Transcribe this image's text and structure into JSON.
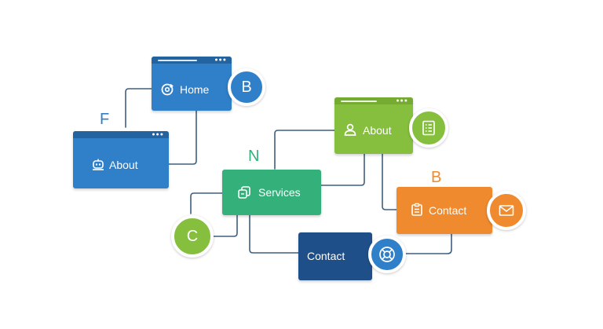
{
  "colors": {
    "blue": "#2f7fc9",
    "blue_dark": "#23639f",
    "green": "#34b07a",
    "lime": "#86bf3e",
    "orange": "#ef8a2e",
    "navy": "#1f4f88",
    "connector": "#3f5f7f"
  },
  "letters": {
    "f": "F",
    "n": "N",
    "b": "B"
  },
  "nodes": {
    "home": {
      "label": "Home",
      "icon": "refresh-icon"
    },
    "about_left": {
      "label": "About",
      "icon": "robot-icon"
    },
    "about_right": {
      "label": "About",
      "icon": "user-icon"
    },
    "services": {
      "label": "Services",
      "icon": "copy-icon"
    },
    "contact_orange": {
      "label": "Contact",
      "icon": "clipboard-icon"
    },
    "contact_navy": {
      "label": "Contact"
    }
  },
  "circles": {
    "home_b": {
      "text": "B"
    },
    "c": {
      "text": "C"
    },
    "about_list": {
      "icon": "list-icon"
    },
    "contact_mail": {
      "icon": "mail-icon"
    },
    "contact_lifebuoy": {
      "icon": "lifebuoy-icon"
    }
  }
}
